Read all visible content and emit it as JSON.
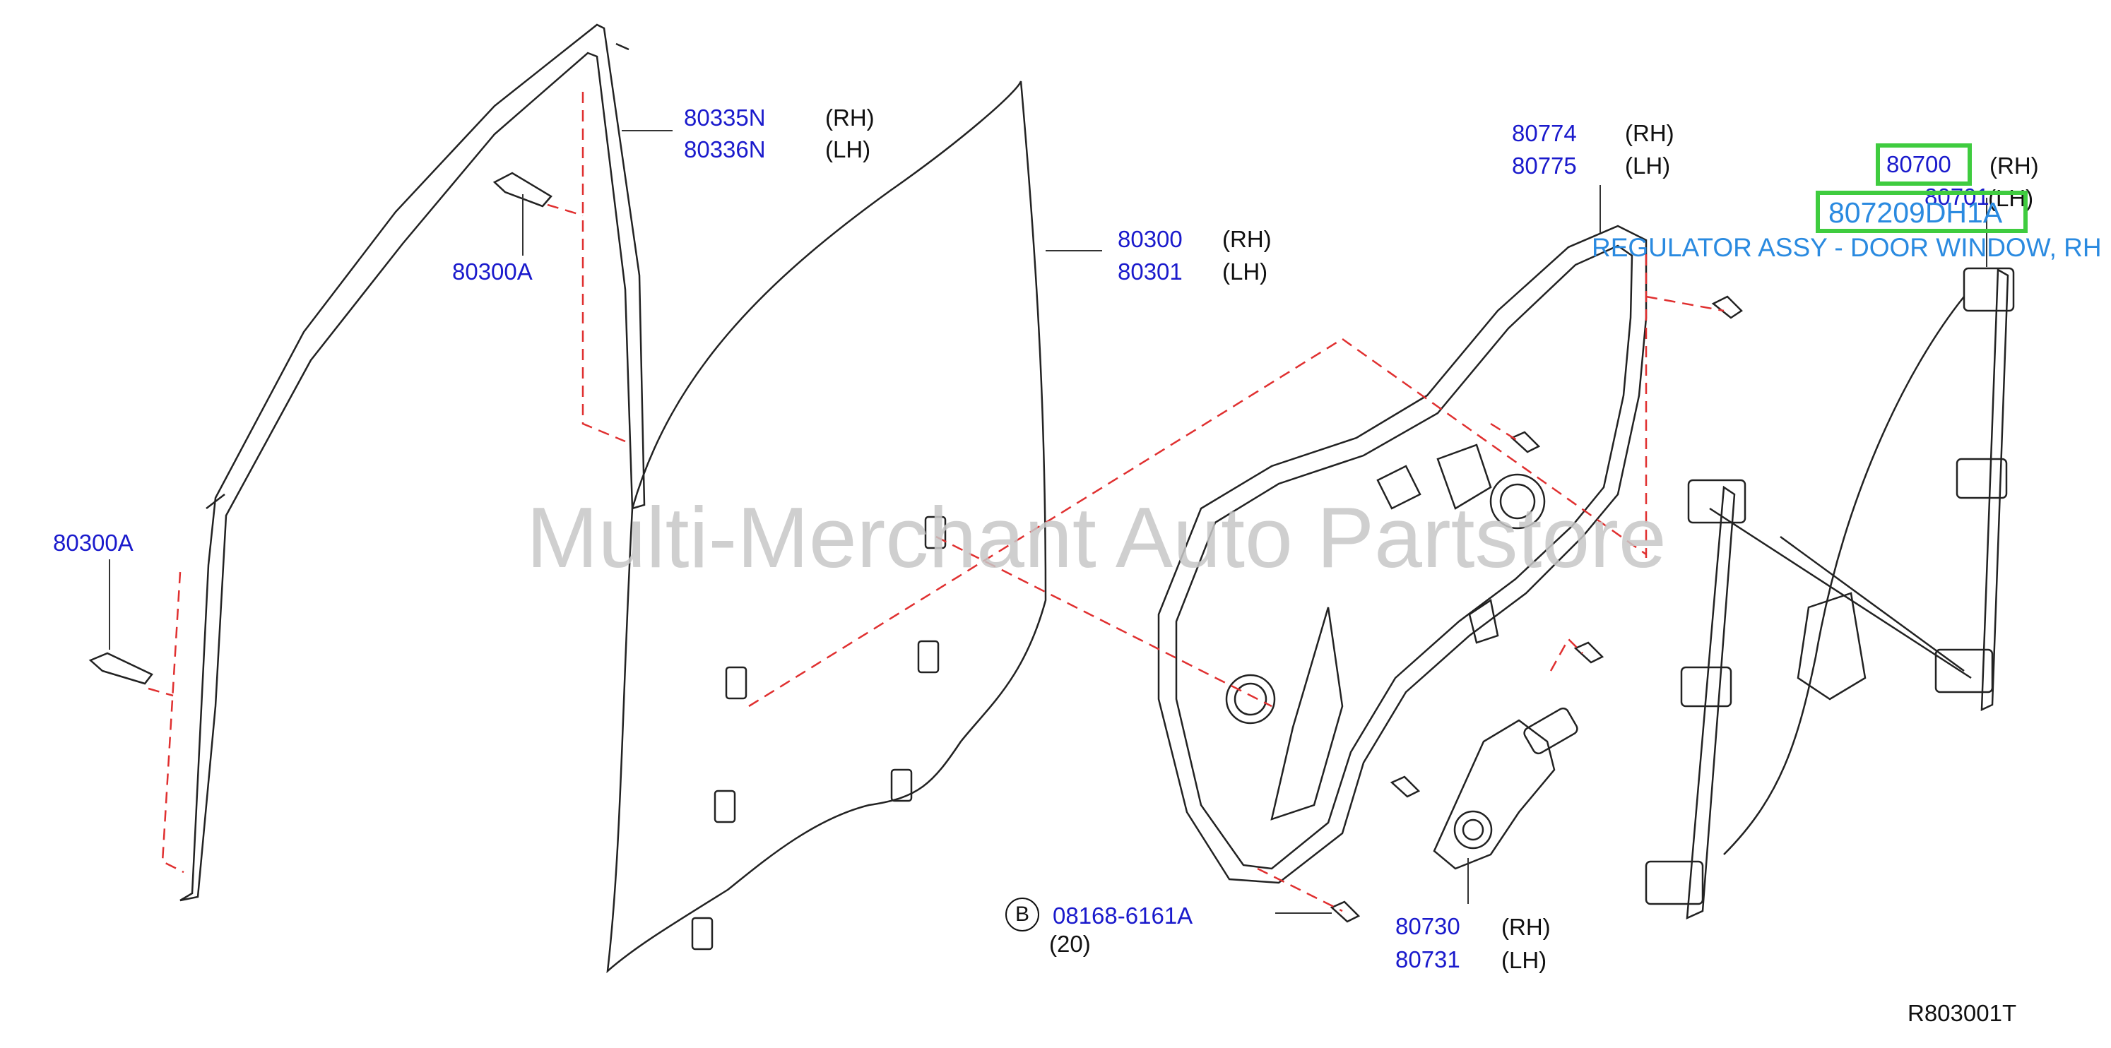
{
  "watermark": "Multi-Merchant Auto Partstore",
  "diagram_code": "R803001T",
  "parts": {
    "sash_rh": {
      "number": "80335N",
      "side": "(RH)"
    },
    "sash_lh": {
      "number": "80336N",
      "side": "(LH)"
    },
    "bolt_upper": {
      "number": "80300A"
    },
    "bolt_lower": {
      "number": "80300A"
    },
    "glass_rh": {
      "number": "80300",
      "side": "(RH)"
    },
    "glass_lh": {
      "number": "80301",
      "side": "(LH)"
    },
    "panel_rh": {
      "number": "80774",
      "side": "(RH)"
    },
    "panel_lh": {
      "number": "80775",
      "side": "(LH)"
    },
    "regulator_rh": {
      "number": "80700",
      "side": "(RH)"
    },
    "regulator_lh": {
      "number": "80701",
      "side": "(LH)"
    },
    "motor_rh": {
      "number": "80730",
      "side": "(RH)"
    },
    "motor_lh": {
      "number": "80731",
      "side": "(LH)"
    },
    "bolt_b": {
      "marker": "B",
      "number": "08168-6161A",
      "qty": "(20)"
    }
  },
  "highlight": {
    "part_number": "807209DH1A",
    "description": "REGULATOR ASSY - DOOR WINDOW, RH"
  },
  "colors": {
    "part_number": "#1a1acc",
    "highlight_box": "#3fcc3f",
    "highlight_text": "#2a8ae0",
    "guide_line": "#e03030",
    "outline": "#222222"
  }
}
